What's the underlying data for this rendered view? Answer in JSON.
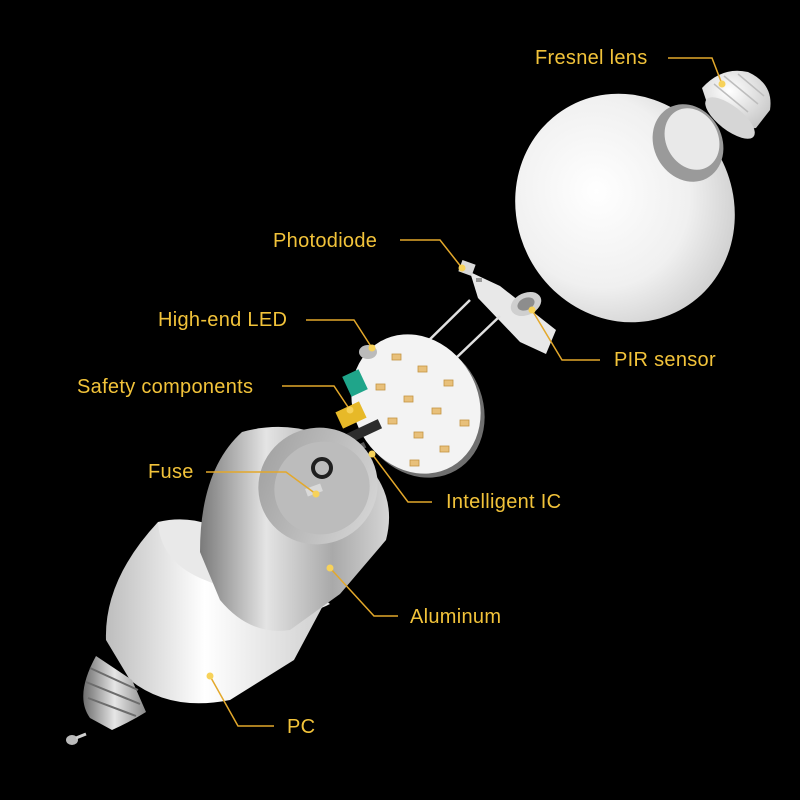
{
  "colors": {
    "background": "#000000",
    "label_text": "#F2C33A",
    "leader_line": "#E3A82B",
    "accent_dot": "#F7D25A"
  },
  "labels": {
    "fresnel_lens": "Fresnel lens",
    "photodiode": "Photodiode",
    "high_end_led": "High-end LED",
    "pir_sensor": "PIR sensor",
    "safety_components": "Safety components",
    "fuse": "Fuse",
    "intelligent_ic": "Intelligent IC",
    "aluminum": "Aluminum",
    "pc": "PC"
  },
  "components": [
    "fresnel-lens-part",
    "bulb-globe",
    "photodiode-part",
    "pir-sensor-part",
    "led-board",
    "safety-components-part",
    "fuse-part",
    "intelligent-ic-part",
    "aluminum-heatsink",
    "pc-housing",
    "screw-base",
    "contact-pin"
  ]
}
